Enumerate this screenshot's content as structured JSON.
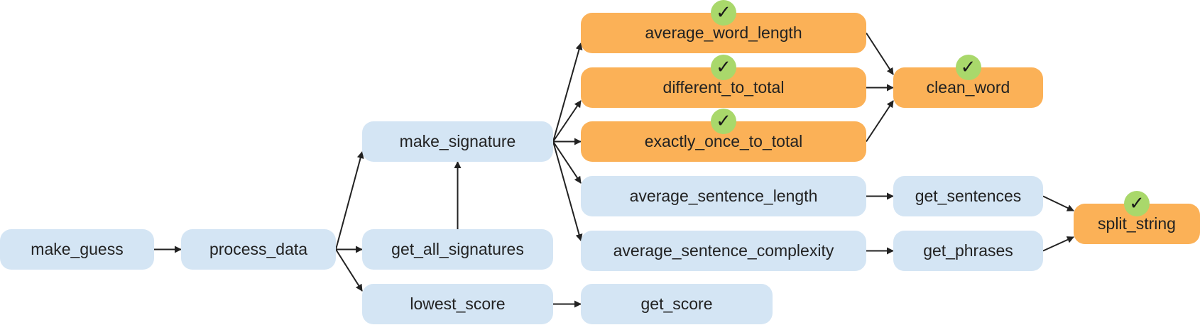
{
  "colors": {
    "pending_node": "#d4e5f4",
    "completed_node": "#fbb157",
    "check_badge": "#a9d86b",
    "edge": "#222222"
  },
  "check_icon": {
    "glyph": "✓",
    "icon": "checkmark-icon"
  },
  "nodes": {
    "make_guess": {
      "label": "make_guess",
      "done": false
    },
    "process_data": {
      "label": "process_data",
      "done": false
    },
    "make_signature": {
      "label": "make_signature",
      "done": false
    },
    "get_all_signatures": {
      "label": "get_all_signatures",
      "done": false
    },
    "lowest_score": {
      "label": "lowest_score",
      "done": false
    },
    "average_word_length": {
      "label": "average_word_length",
      "done": true
    },
    "different_to_total": {
      "label": "different_to_total",
      "done": true
    },
    "exactly_once_to_total": {
      "label": "exactly_once_to_total",
      "done": true
    },
    "average_sentence_length": {
      "label": "average_sentence_length",
      "done": false
    },
    "average_sentence_complexity": {
      "label": "average_sentence_complexity",
      "done": false
    },
    "get_score": {
      "label": "get_score",
      "done": false
    },
    "clean_word": {
      "label": "clean_word",
      "done": true
    },
    "get_sentences": {
      "label": "get_sentences",
      "done": false
    },
    "get_phrases": {
      "label": "get_phrases",
      "done": false
    },
    "split_string": {
      "label": "split_string",
      "done": true
    }
  },
  "edges": [
    [
      "make_guess",
      "process_data"
    ],
    [
      "process_data",
      "make_signature"
    ],
    [
      "process_data",
      "get_all_signatures"
    ],
    [
      "process_data",
      "lowest_score"
    ],
    [
      "get_all_signatures",
      "make_signature"
    ],
    [
      "make_signature",
      "average_word_length"
    ],
    [
      "make_signature",
      "different_to_total"
    ],
    [
      "make_signature",
      "exactly_once_to_total"
    ],
    [
      "make_signature",
      "average_sentence_length"
    ],
    [
      "make_signature",
      "average_sentence_complexity"
    ],
    [
      "lowest_score",
      "get_score"
    ],
    [
      "average_word_length",
      "clean_word"
    ],
    [
      "different_to_total",
      "clean_word"
    ],
    [
      "exactly_once_to_total",
      "clean_word"
    ],
    [
      "average_sentence_length",
      "get_sentences"
    ],
    [
      "average_sentence_complexity",
      "get_phrases"
    ],
    [
      "get_sentences",
      "split_string"
    ],
    [
      "get_phrases",
      "split_string"
    ]
  ]
}
